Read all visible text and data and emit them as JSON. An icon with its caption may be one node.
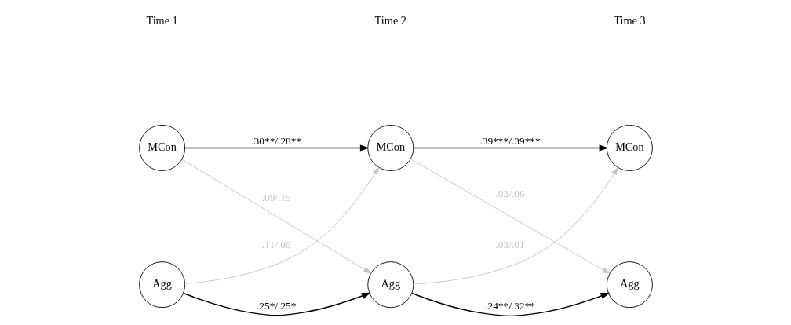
{
  "diagram": {
    "nodes": [
      {
        "text": [
          "MCon"
        ]
      },
      {
        "text": [
          "MCon"
        ]
      },
      {
        "text": [
          "MCon"
        ]
      },
      {
        "text": [
          "Agg"
        ]
      },
      {
        "text": [
          "Agg"
        ]
      },
      {
        "text": [
          "Agg"
        ]
      }
    ],
    "edges": [
      {
        "from": 0,
        "to": 1,
        "arrow": "to",
        "label": ".30**/.28**"
      },
      {
        "from": 0,
        "to": 4,
        "arrow": "to",
        "label": ".09/.15",
        "color": "#c4c4c4"
      },
      {
        "from": 3,
        "to": 1,
        "arrow": "to",
        "label": ".11/.06",
        "color": "#c4c4c4"
      },
      {
        "from": 3,
        "to": 4,
        "arrow": "to",
        "label": ".25*/.25*"
      },
      {
        "from": 1,
        "to": 2,
        "arrow": "to",
        "label": ".39***/.39***"
      },
      {
        "from": 1,
        "to": 5,
        "arrow": "to",
        "label": ".03/.06",
        "color": "#c4c4c4"
      },
      {
        "from": 4,
        "to": 2,
        "arrow": "to",
        "label": ".03/.01",
        "color": "#c4c4c4"
      },
      {
        "from": 4,
        "to": 5,
        "arrow": "to",
        "label": ".24**/.32**"
      }
    ],
    "labels": [
      "Time 1",
      "Time 2",
      "Time 3"
    ]
  }
}
